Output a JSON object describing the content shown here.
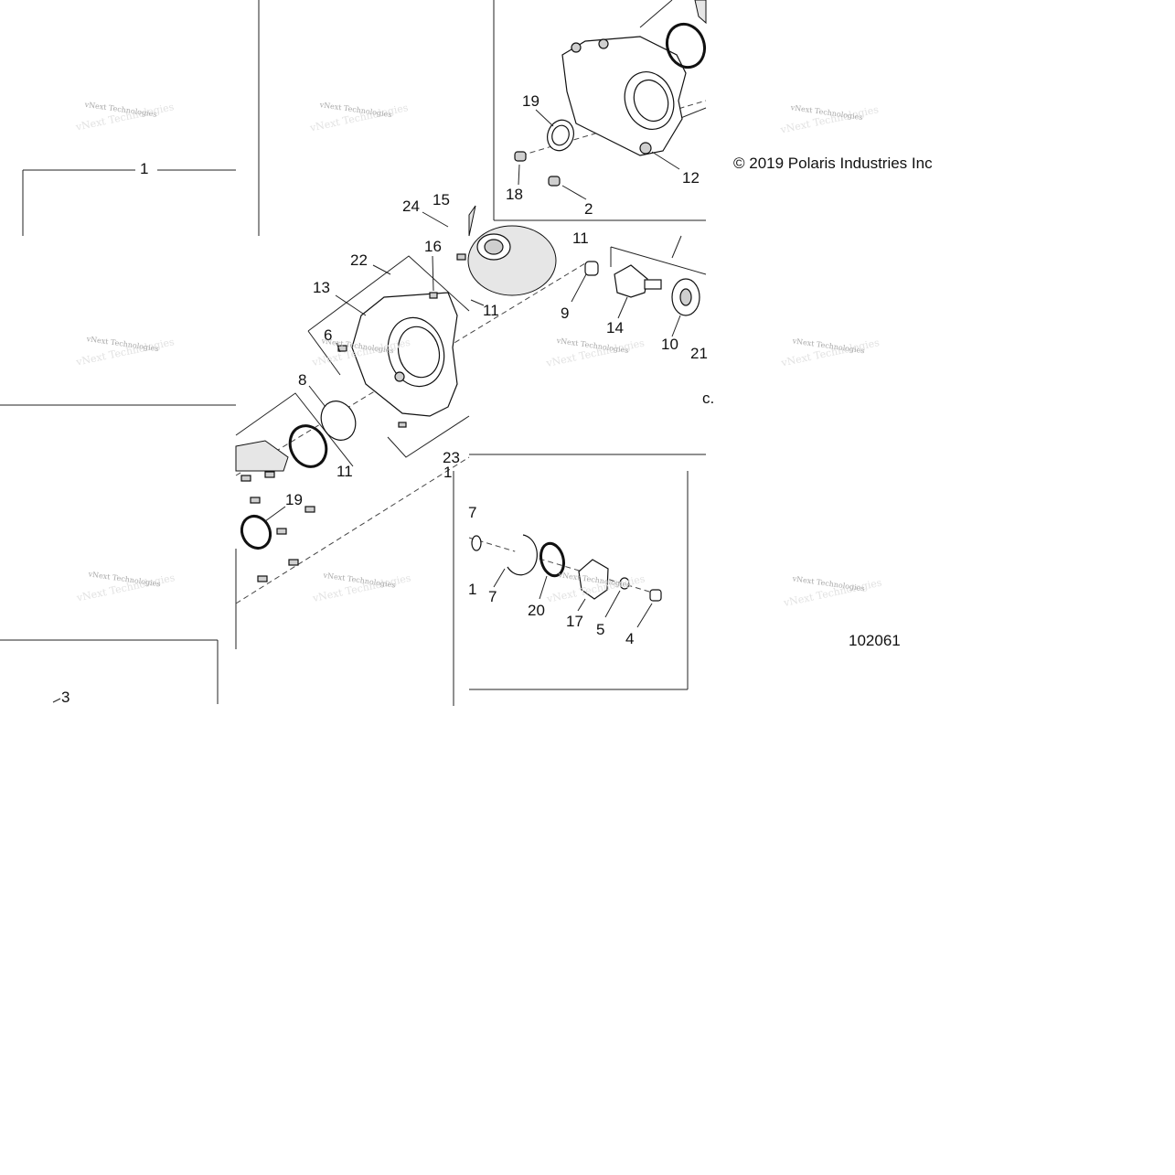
{
  "copyright": "© 2019 Polaris Industries Inc",
  "figure_id": "102061",
  "watermark": "vNext Technologies",
  "callouts": [
    "1",
    "19",
    "18",
    "2",
    "12",
    "24",
    "15",
    "16",
    "22",
    "13",
    "11",
    "6",
    "9",
    "14",
    "10",
    "21",
    "8",
    "11",
    "23",
    "19",
    "7",
    "20",
    "17",
    "5",
    "4",
    "3"
  ],
  "fragments": [
    "c.",
    "11",
    "1",
    "7",
    "1"
  ]
}
